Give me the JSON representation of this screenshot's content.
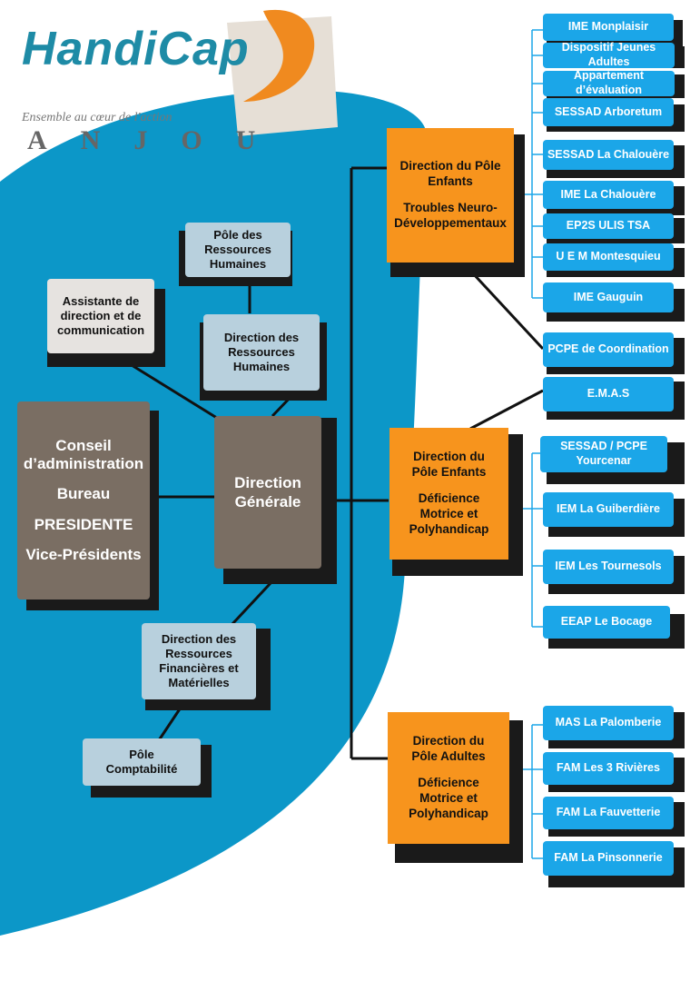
{
  "logo": {
    "name": "HandiCap",
    "tagline": "Ensemble au cœur de l'action",
    "region": "ANJOU"
  },
  "colors": {
    "blue_box": "#1ba6e8",
    "orange_box": "#f7941d",
    "gray_box": "#7a6e63",
    "light_blue_box": "#b8d0dd",
    "background_swoosh": "#0c97c8"
  },
  "governance": {
    "line1": "Conseil",
    "line2": "d’administration",
    "line3": "Bureau",
    "line4": "PRESIDENTE",
    "line5": "Vice-Présidents"
  },
  "general_direction": {
    "line1": "Direction",
    "line2": "Générale"
  },
  "hr_pole": {
    "line1": "Pôle des",
    "line2": "Ressources",
    "line3": "Humaines"
  },
  "hr_direction": {
    "line1": "Direction des",
    "line2": "Ressources",
    "line3": "Humaines"
  },
  "assistant": {
    "line1": "Assistante de",
    "line2": "direction et de",
    "line3": "communication"
  },
  "finance_direction": {
    "line1": "Direction des",
    "line2": "Ressources",
    "line3": "Financières et",
    "line4": "Matérielles"
  },
  "accounting": {
    "line1": "Pôle",
    "line2": "Comptabilité"
  },
  "pole_children_tnd": {
    "line1": "Direction du Pôle",
    "line2": "Enfants",
    "line3": "Troubles Neuro-",
    "line4": "Développementaux"
  },
  "pole_children_dmp": {
    "line1": "Direction du",
    "line2": "Pôle Enfants",
    "line3": "Déficience",
    "line4": "Motrice et",
    "line5": "Polyhandicap"
  },
  "pole_adults": {
    "line1": "Direction du",
    "line2": "Pôle Adultes",
    "line3": "Déficience",
    "line4": "Motrice et",
    "line5": "Polyhandicap"
  },
  "units_tnd": [
    "IME Monplaisir",
    "Dispositif Jeunes Adultes",
    "Appartement d’évaluation",
    "SESSAD Arboretum",
    "SESSAD La Chalouère",
    "IME La Chalouère",
    "EP2S ULIS TSA",
    "U E M  Montesquieu",
    "IME Gauguin"
  ],
  "shared_units": [
    "PCPE de Coordination",
    "E.M.A.S"
  ],
  "units_dmp": {
    "sessad_line1": "SESSAD / PCPE",
    "sessad_line2": "Yourcenar",
    "items": [
      "IEM La Guiberdière",
      "IEM Les Tournesols",
      "EEAP Le Bocage"
    ]
  },
  "units_adults": [
    "MAS  La Palomberie",
    "FAM Les 3 Rivières",
    "FAM La Fauvetterie",
    "FAM  La Pinsonnerie"
  ]
}
